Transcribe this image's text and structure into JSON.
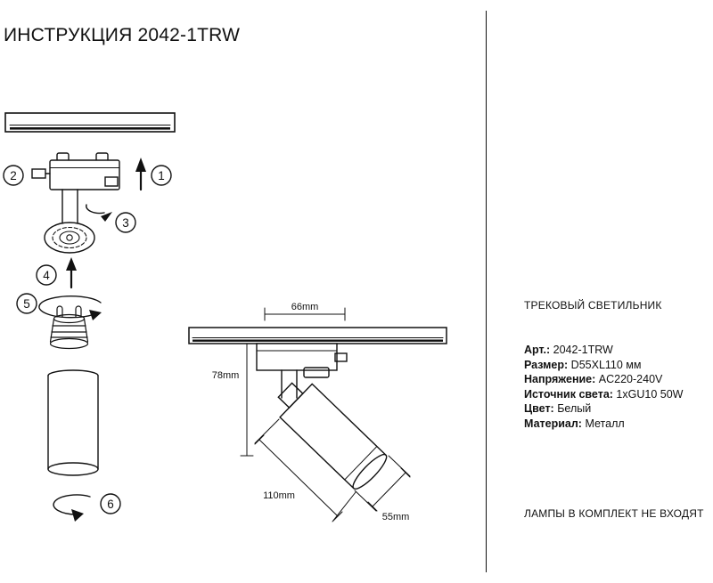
{
  "title": "ИНСТРУКЦИЯ 2042-1TRW",
  "colors": {
    "ink": "#111111"
  },
  "steps": [
    "1",
    "2",
    "3",
    "4",
    "5",
    "6"
  ],
  "dimensions": {
    "adapter_width": "66mm",
    "drop_height": "78mm",
    "body_length": "110mm",
    "body_diameter": "55mm"
  },
  "info": {
    "product_type": "ТРЕКОВЫЙ СВЕТИЛЬНИК",
    "specs": [
      {
        "label": "Арт.:",
        "value": "2042-1TRW"
      },
      {
        "label": "Размер:",
        "value": "D55XL110 мм"
      },
      {
        "label": "Напряжение:",
        "value": "AC220-240V"
      },
      {
        "label": "Источник света:",
        "value": "1xGU10 50W"
      },
      {
        "label": "Цвет:",
        "value": "Белый"
      },
      {
        "label": "Материал:",
        "value": "Металл"
      }
    ],
    "note": "ЛАМПЫ В КОМПЛЕКТ НЕ ВХОДЯТ"
  }
}
